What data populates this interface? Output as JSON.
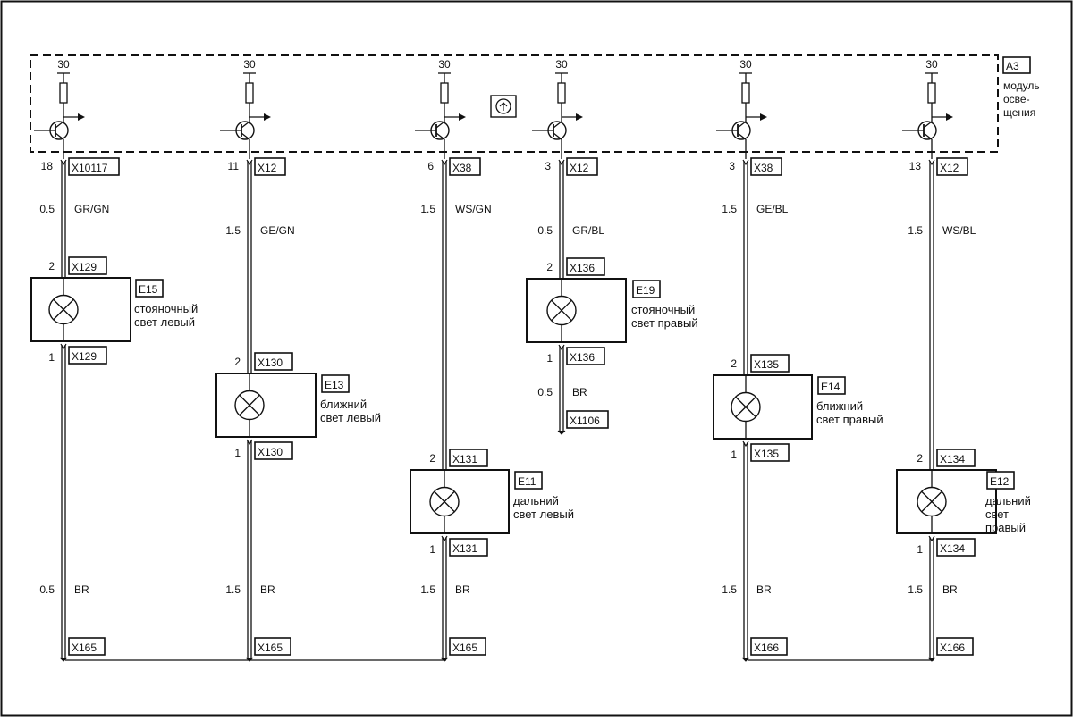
{
  "module": {
    "id": "A3",
    "desc_lines": [
      "модуль",
      "осве-",
      "щения"
    ],
    "supply_label": "30"
  },
  "circuits": [
    {
      "top_pin": "18",
      "top_conn": "X10117",
      "wire_gauge": "0.5",
      "wire_color": "GR/GN",
      "lamp": {
        "id": "E15",
        "desc_lines": [
          "стояночный",
          "свет левый"
        ],
        "pin_in": "2",
        "conn_in": "X129",
        "pin_out": "1",
        "conn_out": "X129"
      },
      "ground_gauge": "0.5",
      "ground_color": "BR",
      "ground_conn": "X165"
    },
    {
      "top_pin": "11",
      "top_conn": "X12",
      "wire_gauge": "1.5",
      "wire_color": "GE/GN",
      "lamp": {
        "id": "E13",
        "desc_lines": [
          "ближний",
          "свет левый"
        ],
        "pin_in": "2",
        "conn_in": "X130",
        "pin_out": "1",
        "conn_out": "X130"
      },
      "ground_gauge": "1.5",
      "ground_color": "BR",
      "ground_conn": "X165"
    },
    {
      "top_pin": "6",
      "top_conn": "X38",
      "wire_gauge": "1.5",
      "wire_color": "WS/GN",
      "lamp": {
        "id": "E11",
        "desc_lines": [
          "дальний",
          "свет левый"
        ],
        "pin_in": "2",
        "conn_in": "X131",
        "pin_out": "1",
        "conn_out": "X131"
      },
      "ground_gauge": "1.5",
      "ground_color": "BR",
      "ground_conn": "X165"
    },
    {
      "top_pin": "3",
      "top_conn": "X12",
      "wire_gauge": "0.5",
      "wire_color": "GR/BL",
      "lamp": {
        "id": "E19",
        "desc_lines": [
          "стояночный",
          "свет правый"
        ],
        "pin_in": "2",
        "conn_in": "X136",
        "pin_out": "1",
        "conn_out": "X136"
      },
      "ground_gauge": "0.5",
      "ground_color": "BR",
      "ground_conn": "X1106"
    },
    {
      "top_pin": "3",
      "top_conn": "X38",
      "wire_gauge": "1.5",
      "wire_color": "GE/BL",
      "lamp": {
        "id": "E14",
        "desc_lines": [
          "ближний",
          "свет правый"
        ],
        "pin_in": "2",
        "conn_in": "X135",
        "pin_out": "1",
        "conn_out": "X135"
      },
      "ground_gauge": "1.5",
      "ground_color": "BR",
      "ground_conn": "X166"
    },
    {
      "top_pin": "13",
      "top_conn": "X12",
      "wire_gauge": "1.5",
      "wire_color": "WS/BL",
      "lamp": {
        "id": "E12",
        "desc_lines": [
          "дальний",
          "свет",
          "правый"
        ],
        "pin_in": "2",
        "conn_in": "X134",
        "pin_out": "1",
        "conn_out": "X134"
      },
      "ground_gauge": "1.5",
      "ground_color": "BR",
      "ground_conn": "X166"
    }
  ]
}
